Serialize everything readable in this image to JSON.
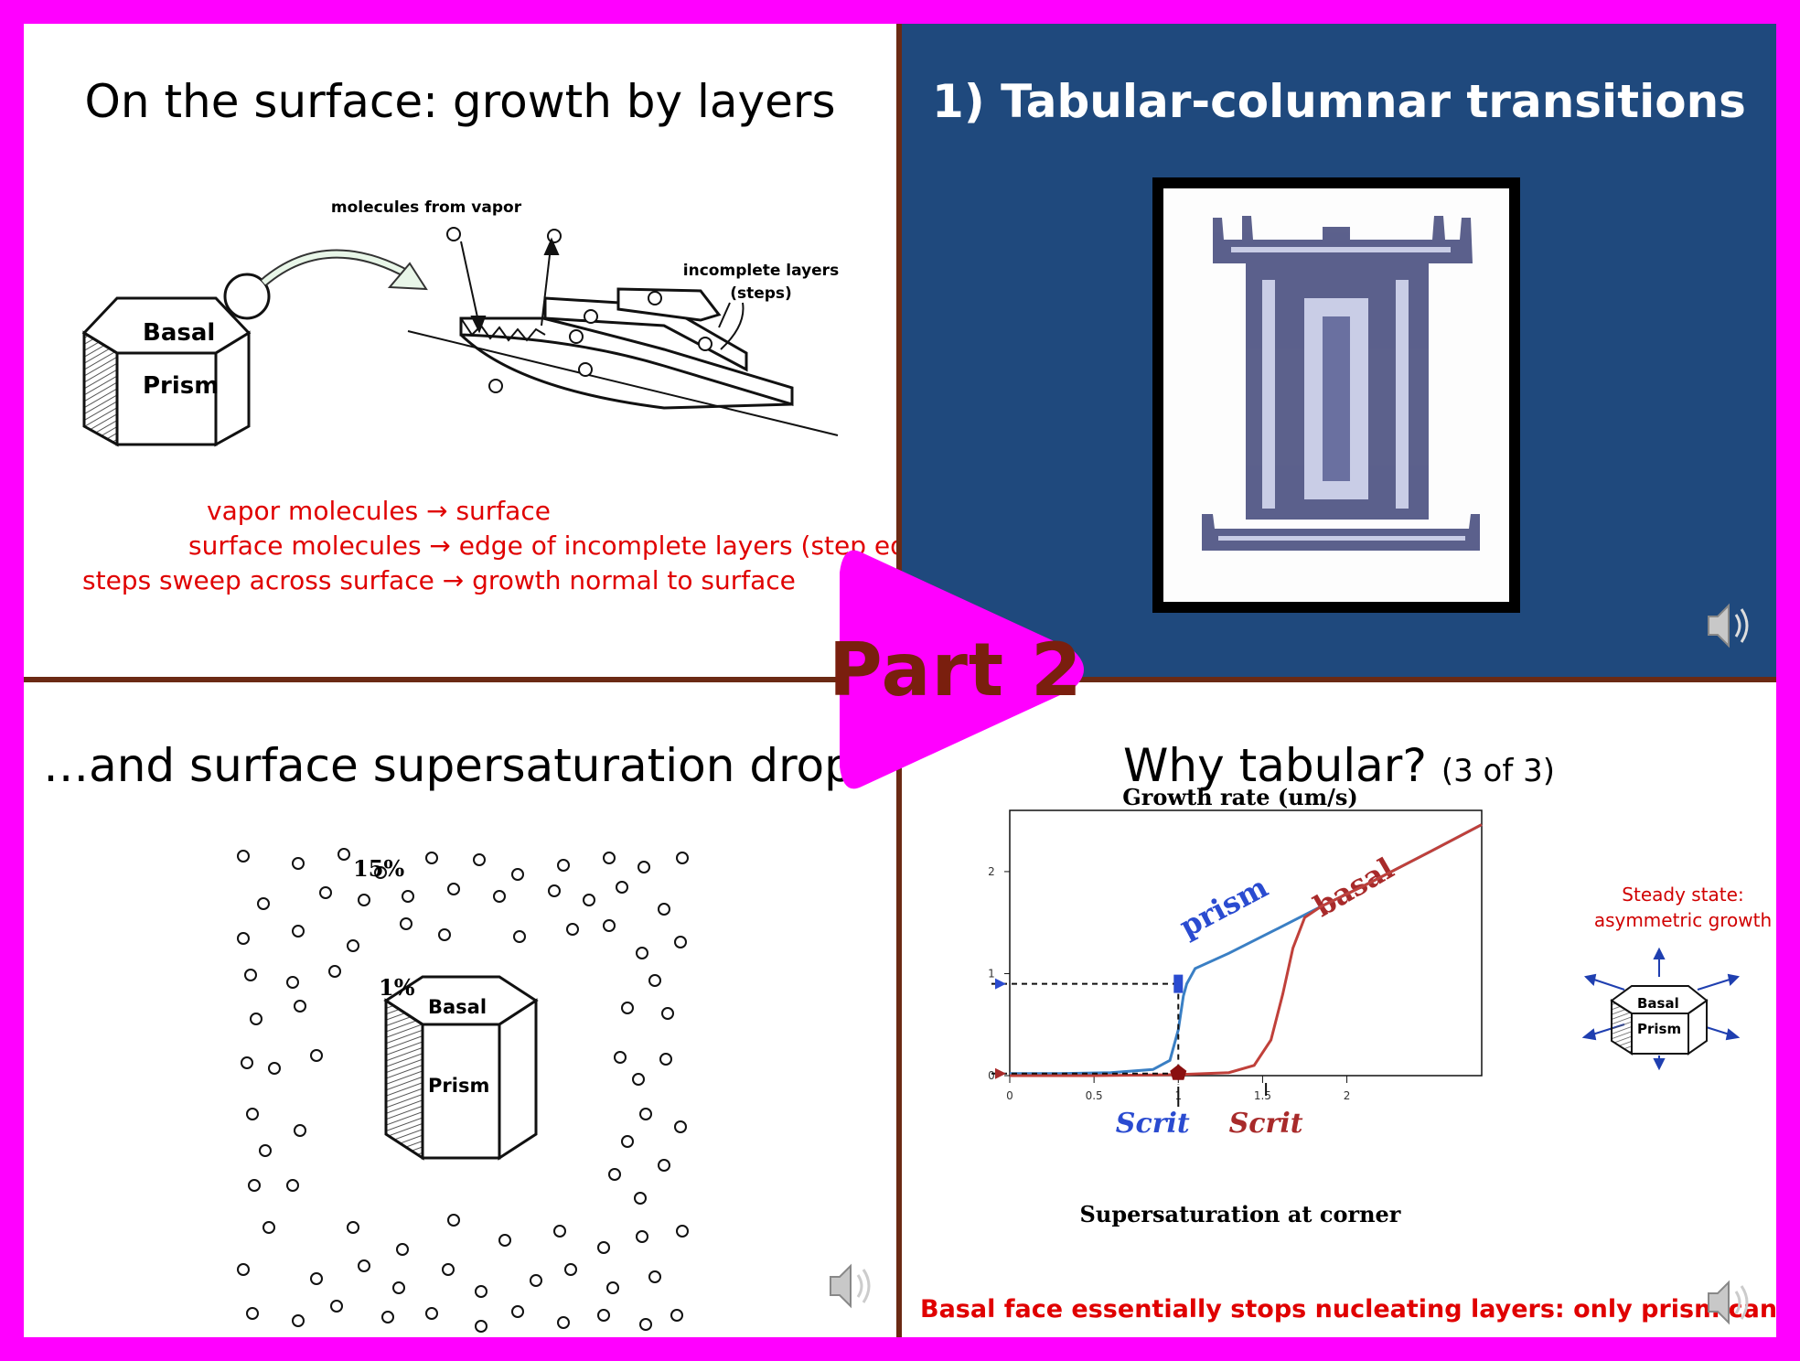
{
  "panel_tl": {
    "title": "On the surface: growth by layers",
    "label_vapor": "molecules from vapor",
    "label_incomplete": "incomplete layers",
    "label_steps": "(steps)",
    "hex_top": "Basal",
    "hex_side": "Prism",
    "lines": [
      "vapor molecules → surface",
      "surface molecules → edge of incomplete layers (step edge)",
      "steps sweep across surface → growth normal to surface"
    ]
  },
  "panel_tr": {
    "title": "1) Tabular-columnar transitions"
  },
  "panel_bl": {
    "title": "…and surface supersaturation drops",
    "pct_outer": "15%",
    "pct_inner": "1%",
    "hex_top": "Basal",
    "hex_side": "Prism"
  },
  "panel_br": {
    "title": "Why tabular?",
    "title_suffix": "(3 of 3)",
    "chart_title": "Growth rate (um/s)",
    "xlabel": "Supersaturation at corner",
    "scrit1": "Scrit",
    "scrit2": "Scrit",
    "steady_line1": "Steady state:",
    "steady_line2": "asymmetric growth",
    "hex_top": "Basal",
    "hex_side": "Prism",
    "note": "Basal face essentially stops nucleating layers: only prism can grow"
  },
  "overlay": {
    "label": "Part 2"
  },
  "colors": {
    "background": "#ff00ff",
    "title_panel_bg": "#1f497d",
    "divider": "#6b2a14",
    "prism_series": "#3a7fc4",
    "basal_series": "#c0403a",
    "play_button": "#ff00ff",
    "part2_text": "#7a1f0e",
    "red_text": "#e00000"
  },
  "chart_data": {
    "type": "line",
    "title": "Growth rate (um/s)",
    "xlabel": "Supersaturation at corner",
    "ylabel": "",
    "xlim": [
      0,
      2.8
    ],
    "ylim": [
      0,
      2.6
    ],
    "xticks": [
      "0",
      "0.5",
      "1",
      "1.5",
      "2"
    ],
    "yticks": [
      "0",
      "1",
      "2"
    ],
    "series": [
      {
        "name": "prism",
        "color": "#3a7fc4",
        "points": [
          [
            0,
            0.02
          ],
          [
            0.3,
            0.02
          ],
          [
            0.6,
            0.03
          ],
          [
            0.85,
            0.06
          ],
          [
            0.95,
            0.15
          ],
          [
            1.0,
            0.45
          ],
          [
            1.03,
            0.78
          ],
          [
            1.05,
            0.9
          ],
          [
            1.1,
            1.05
          ],
          [
            1.3,
            1.2
          ],
          [
            1.6,
            1.45
          ],
          [
            1.85,
            1.66
          ],
          [
            2.1,
            1.86
          ],
          [
            2.5,
            2.2
          ],
          [
            2.8,
            2.46
          ]
        ]
      },
      {
        "name": "basal",
        "color": "#c0403a",
        "points": [
          [
            0,
            0.0
          ],
          [
            0.5,
            0.0
          ],
          [
            1.0,
            0.01
          ],
          [
            1.3,
            0.03
          ],
          [
            1.45,
            0.1
          ],
          [
            1.55,
            0.35
          ],
          [
            1.62,
            0.8
          ],
          [
            1.68,
            1.25
          ],
          [
            1.75,
            1.55
          ],
          [
            1.85,
            1.66
          ],
          [
            2.1,
            1.86
          ],
          [
            2.5,
            2.2
          ],
          [
            2.8,
            2.46
          ]
        ]
      }
    ]
  }
}
